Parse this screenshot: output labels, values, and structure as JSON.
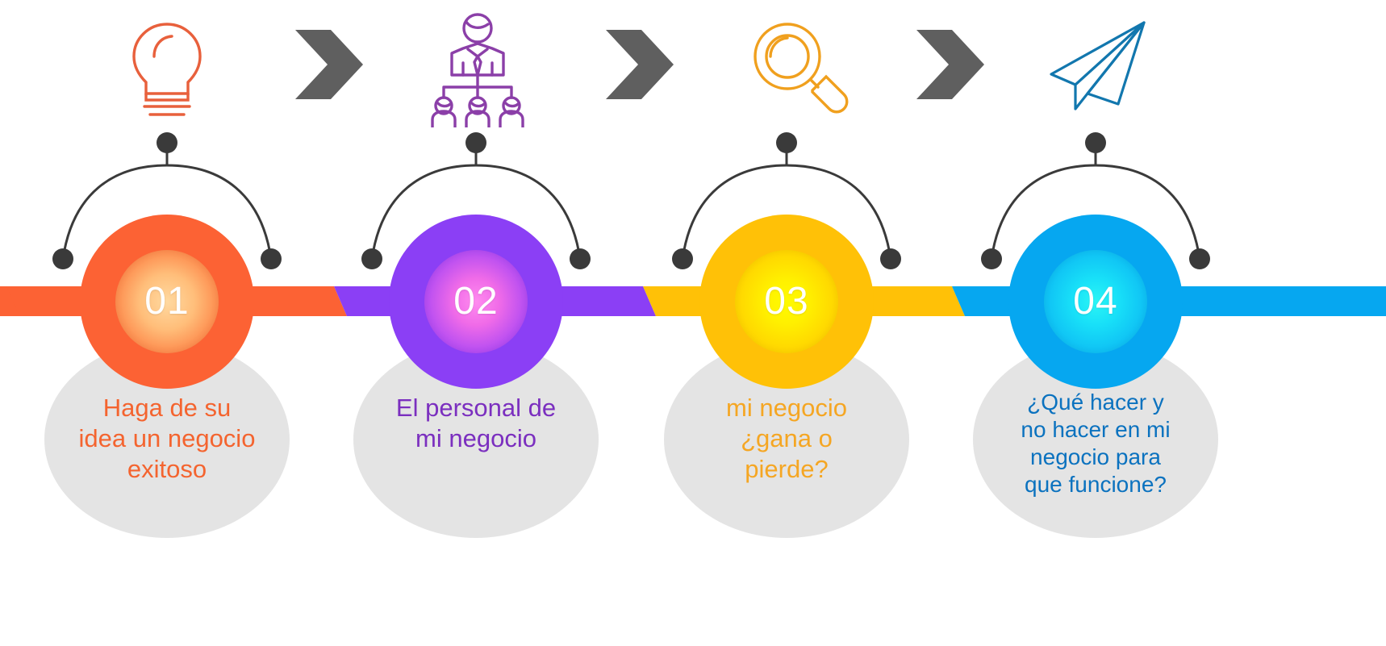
{
  "page": {
    "title": "Proceso de negocio en 4 pasos",
    "background_color": "#ffffff",
    "blob_color": "#E4E4E4",
    "connector_color": "#3A3A3A",
    "chevron_color": "#5F5F5F"
  },
  "chevrons": [
    {
      "name": "chevron-1",
      "glyph": "chevron-right-icon"
    },
    {
      "name": "chevron-2",
      "glyph": "chevron-right-icon"
    },
    {
      "name": "chevron-3",
      "glyph": "chevron-right-icon"
    }
  ],
  "steps": [
    {
      "number": "01",
      "icon": "lightbulb-icon",
      "icon_color": "#E8603C",
      "ring_color": "#FC6234",
      "ribbon_color": "#FC6234",
      "text_color": "#F4642F",
      "caption": "Haga de su\nidea un negocio\nexitoso"
    },
    {
      "number": "02",
      "icon": "org-chart-icon",
      "icon_color": "#8B3FA8",
      "ring_color": "#8B3FF5",
      "ribbon_color": "#8B3FF5",
      "text_color": "#7B2FBF",
      "caption": "El personal de\nmi negocio"
    },
    {
      "number": "03",
      "icon": "magnifier-icon",
      "icon_color": "#F0A01E",
      "ring_color": "#FFC107",
      "ribbon_color": "#FFC107",
      "text_color": "#F5A623",
      "caption": "mi negocio\n¿gana o\npierde?"
    },
    {
      "number": "04",
      "icon": "paper-plane-icon",
      "icon_color": "#1277AE",
      "ring_color": "#06A7F0",
      "ribbon_color": "#06A7F0",
      "text_color": "#0B72BF",
      "caption": "¿Qué hacer y\nno hacer en mi\nnegocio para\nque funcione?"
    }
  ]
}
